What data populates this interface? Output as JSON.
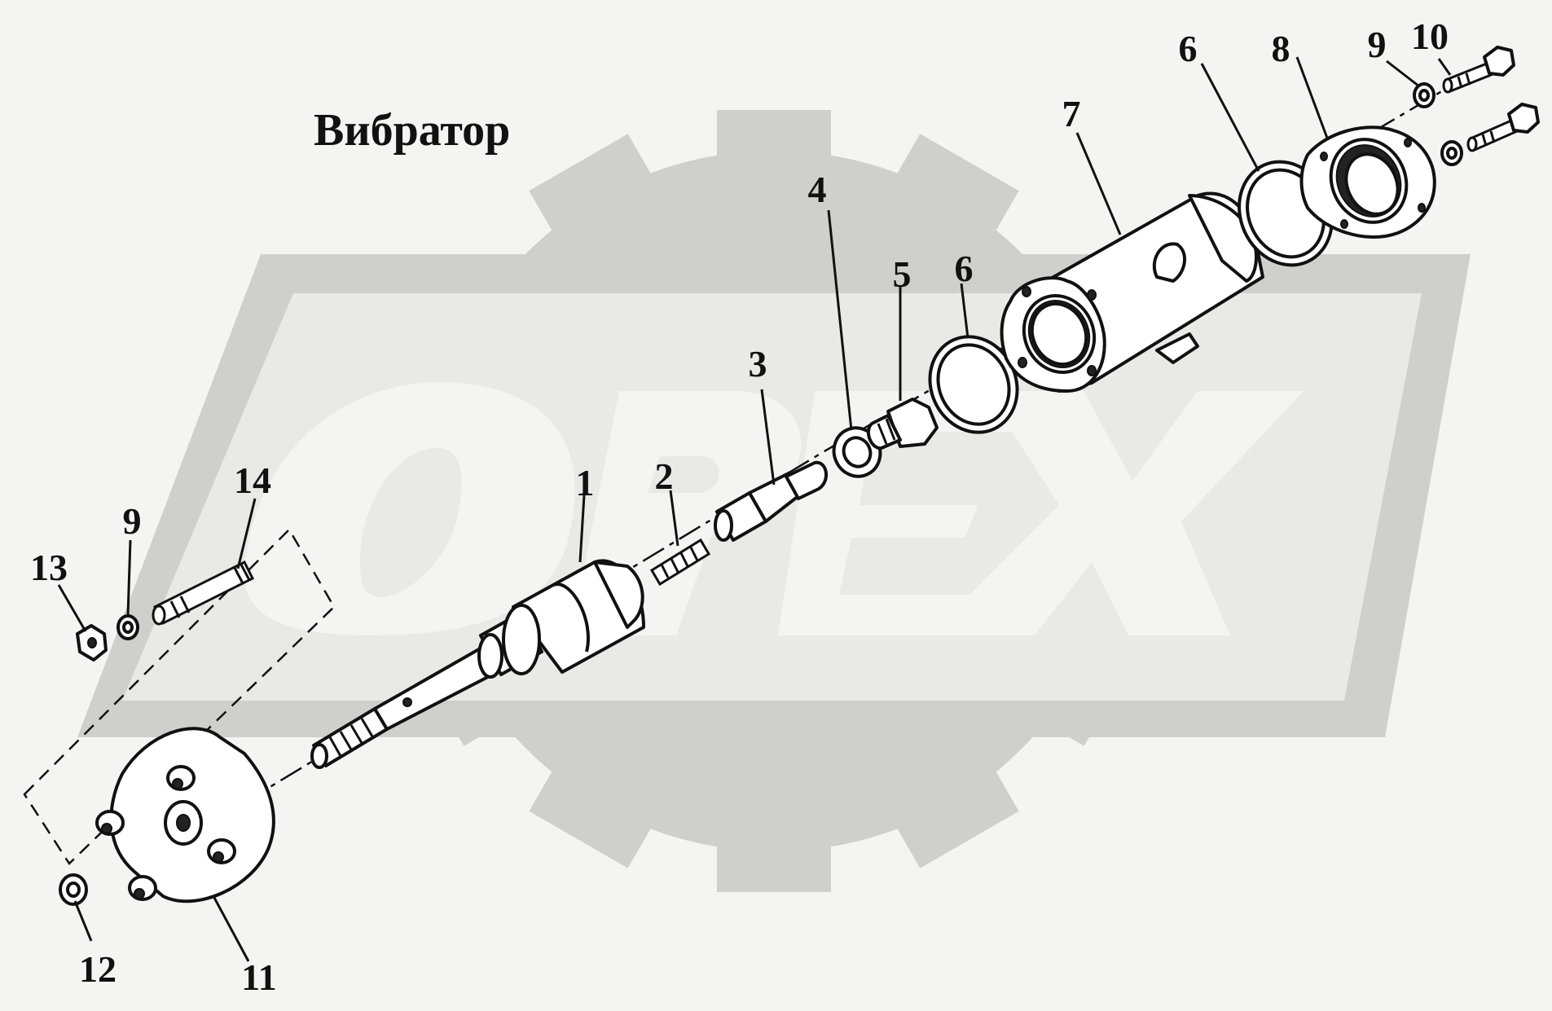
{
  "title": "Вибратор",
  "watermark": {
    "text": "OPEX",
    "color": "#cfcfcc"
  },
  "callouts": [
    {
      "id": "c1",
      "label": "1"
    },
    {
      "id": "c2",
      "label": "2"
    },
    {
      "id": "c3",
      "label": "3"
    },
    {
      "id": "c4",
      "label": "4"
    },
    {
      "id": "c5",
      "label": "5"
    },
    {
      "id": "c6a",
      "label": "6"
    },
    {
      "id": "c6b",
      "label": "6"
    },
    {
      "id": "c7",
      "label": "7"
    },
    {
      "id": "c8",
      "label": "8"
    },
    {
      "id": "c9a",
      "label": "9"
    },
    {
      "id": "c10",
      "label": "10"
    },
    {
      "id": "c9b",
      "label": "9"
    },
    {
      "id": "c14",
      "label": "14"
    },
    {
      "id": "c13",
      "label": "13"
    },
    {
      "id": "c12",
      "label": "12"
    },
    {
      "id": "c11",
      "label": "11"
    }
  ]
}
